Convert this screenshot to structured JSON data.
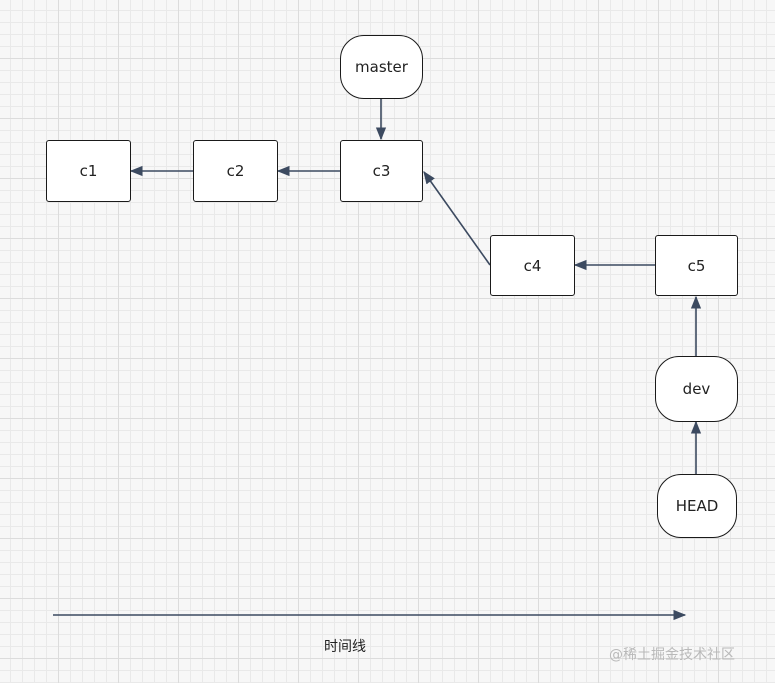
{
  "nodes": {
    "c1": "c1",
    "c2": "c2",
    "c3": "c3",
    "c4": "c4",
    "c5": "c5",
    "master": "master",
    "dev": "dev",
    "head": "HEAD"
  },
  "timeline_label": "时间线",
  "watermark": "@稀土掘金技术社区",
  "colors": {
    "edge": "#3c4a60",
    "border": "#1a1a1a",
    "grid": "#dcdcdc"
  }
}
